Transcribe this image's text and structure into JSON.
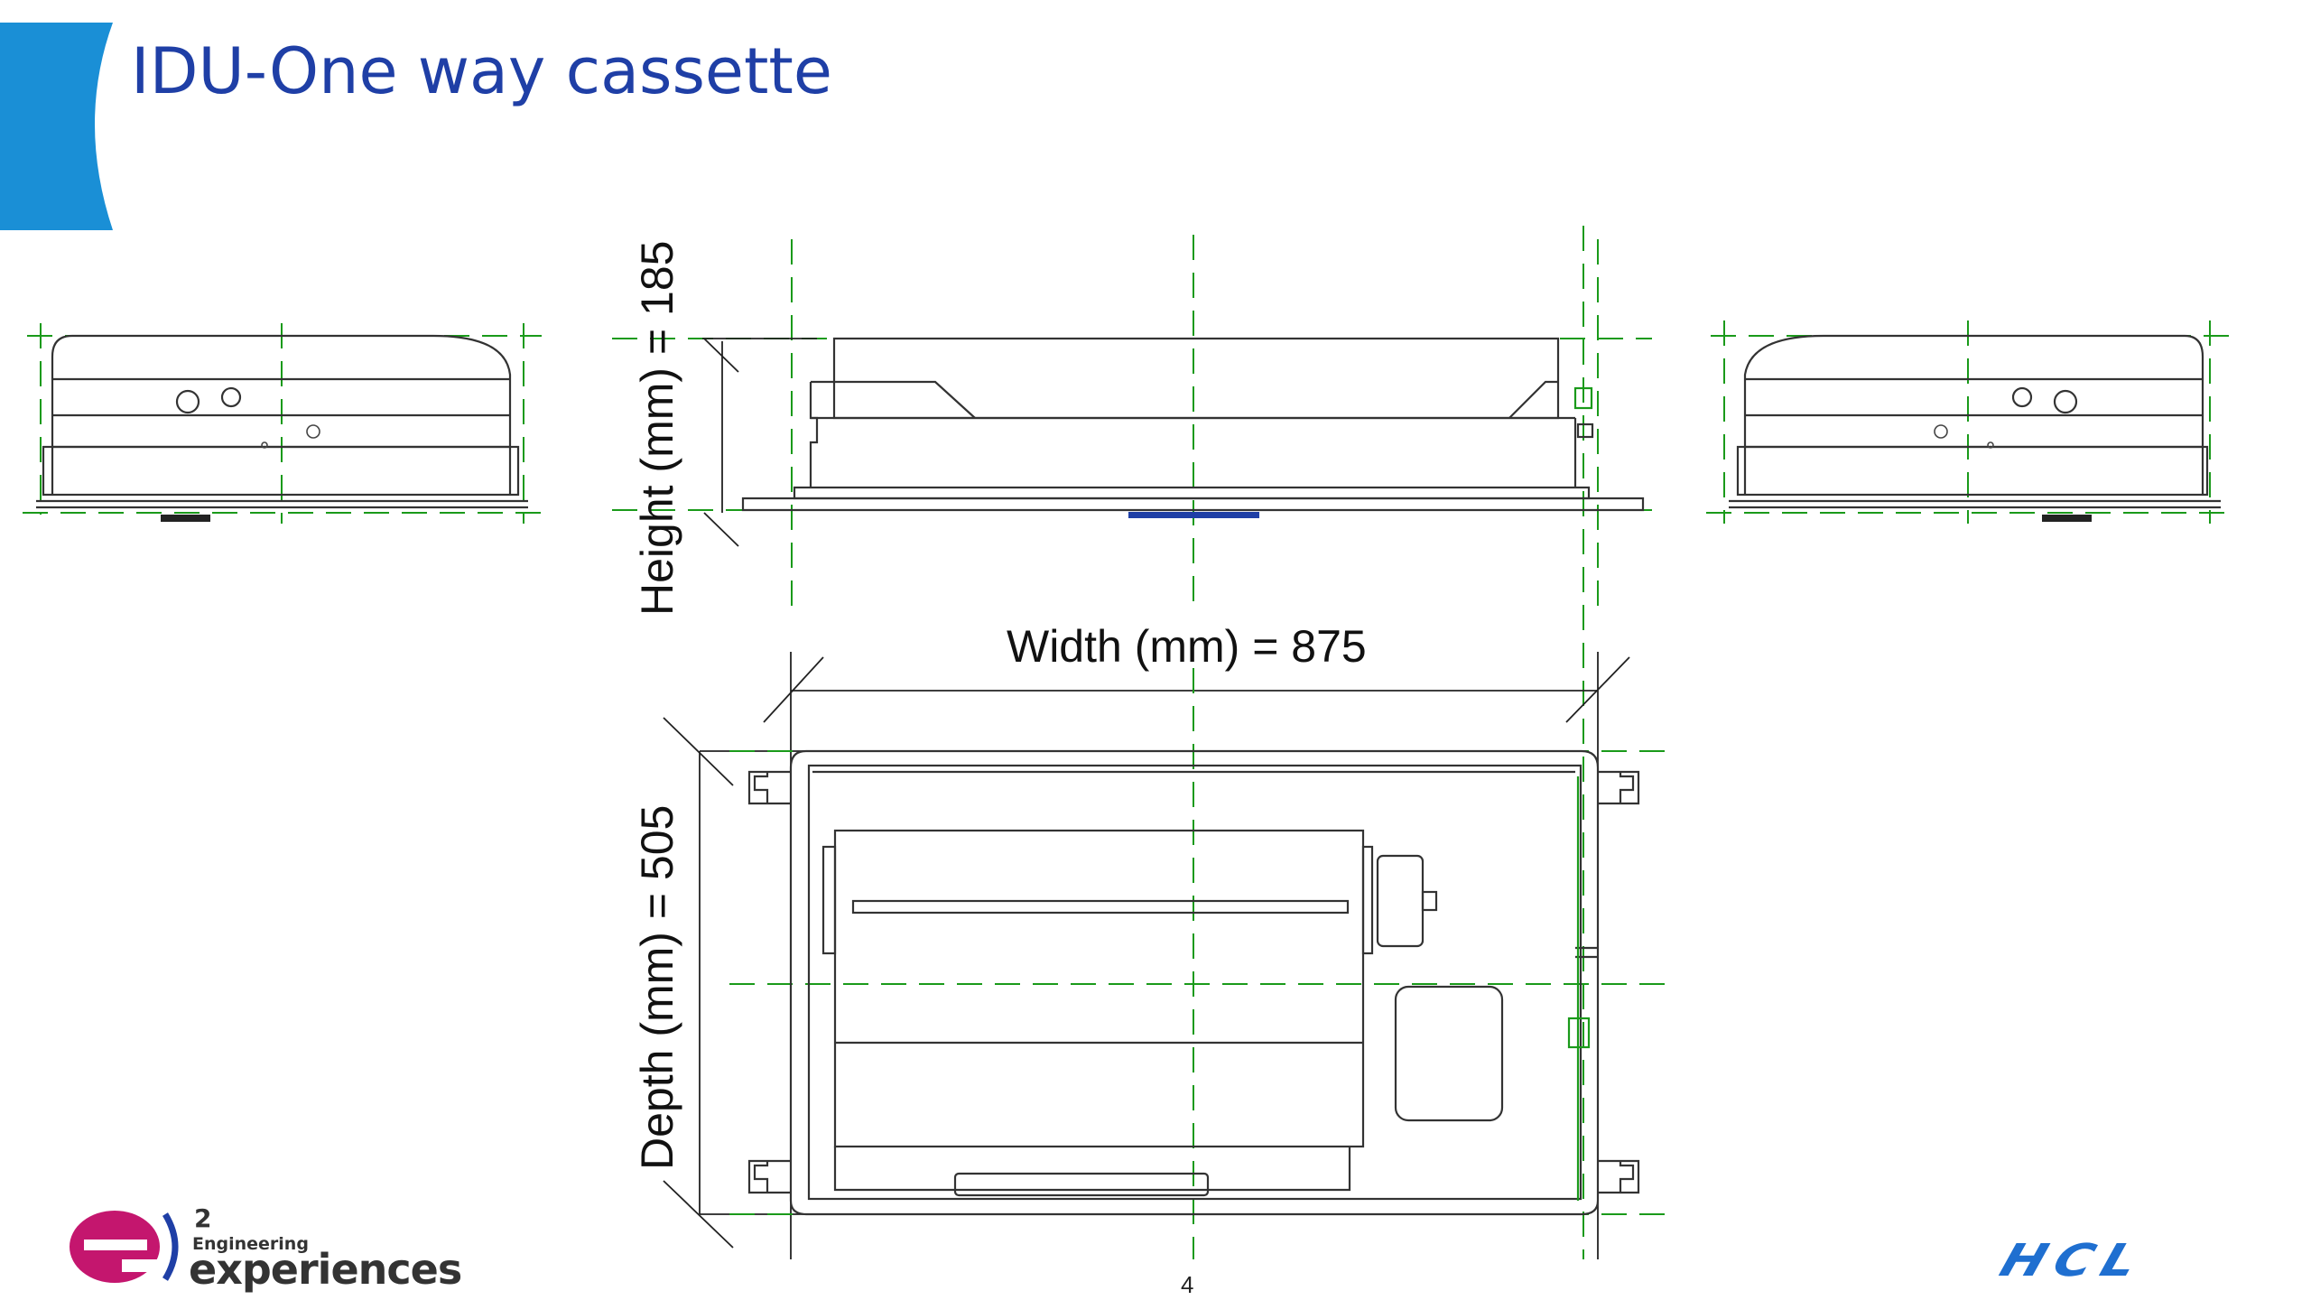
{
  "slide": {
    "title": "IDU-One way cassette",
    "page_number": "4"
  },
  "dimensions": {
    "height_label": "Height (mm) = 185",
    "width_label": "Width (mm) = 875",
    "depth_label": "Depth (mm) = 505"
  },
  "logos": {
    "e2_superscript": "2",
    "e2_engineering": "Engineering",
    "e2_experiences": "experiences",
    "hcl": "HCL"
  },
  "colors": {
    "title_blue": "#1f3fa6",
    "accent_blue": "#1a8fd6",
    "line_dark": "#333333",
    "centerline_green": "#1a9a1a",
    "e2_magenta": "#c4166e",
    "hcl_blue": "#1f6fd0"
  }
}
